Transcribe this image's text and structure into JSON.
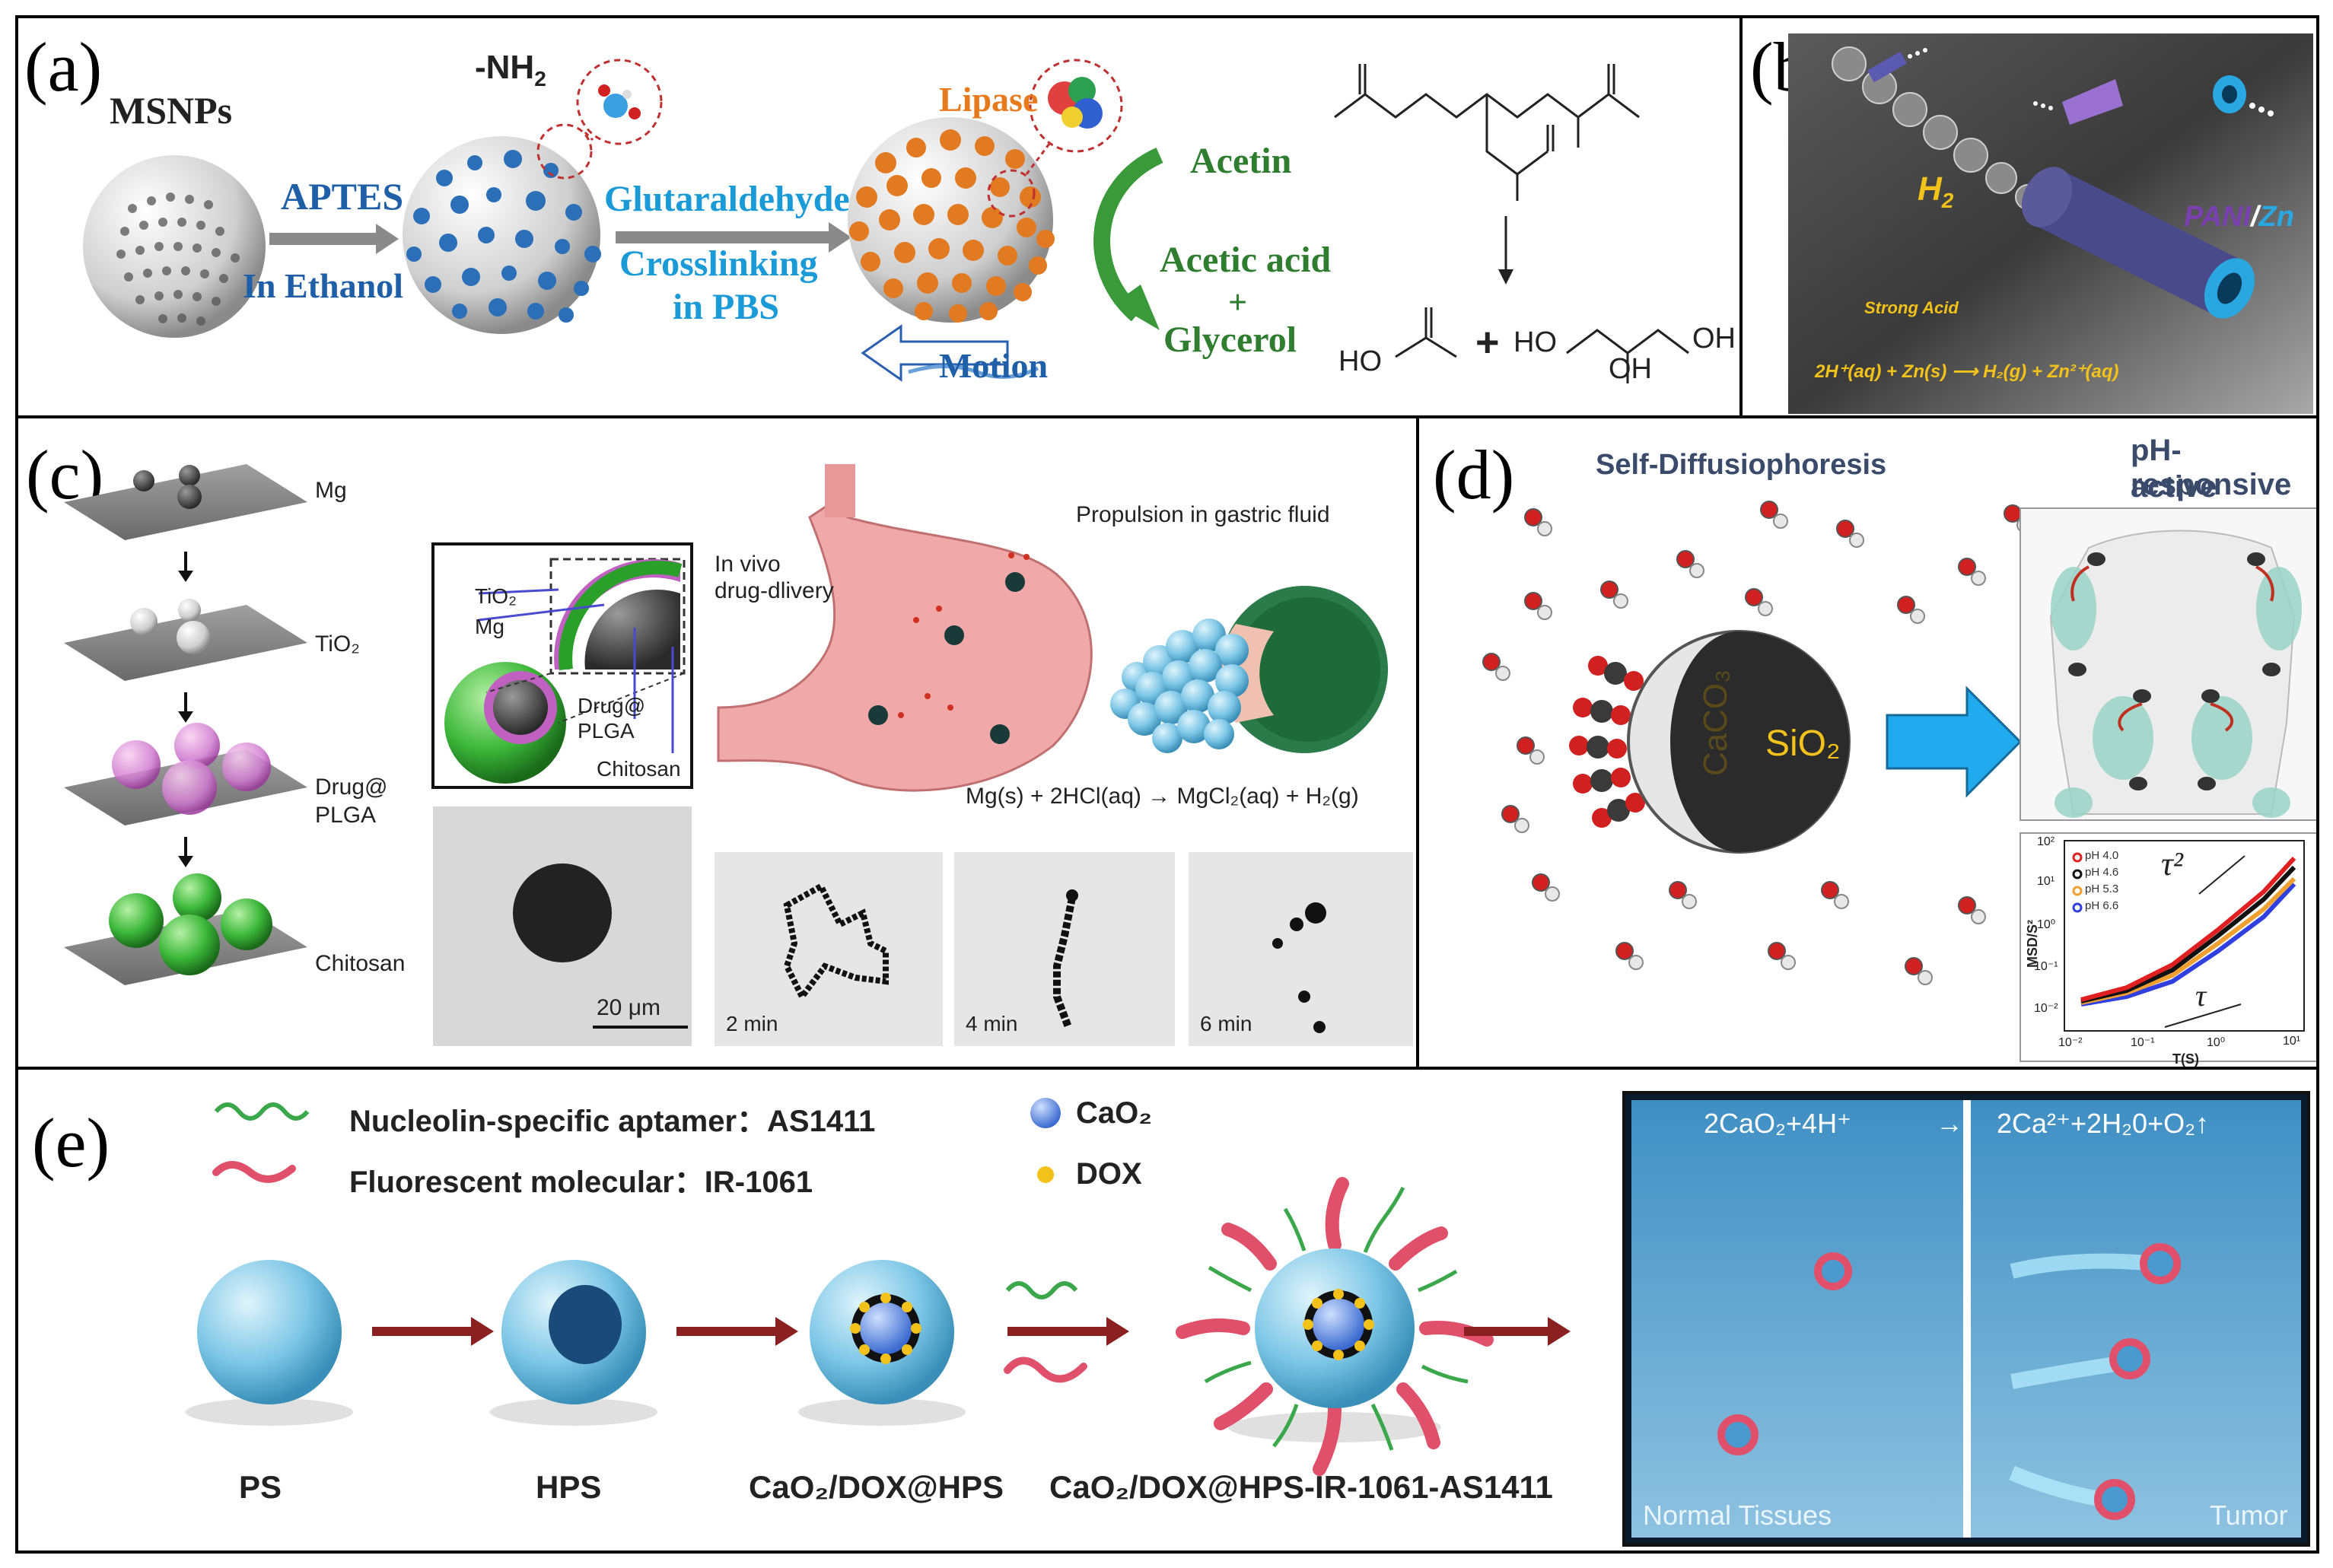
{
  "panel_a": {
    "label": "(a)",
    "msnps": "MSNPs",
    "amine": "-NH",
    "amine_sub": "2",
    "aptes": "APTES",
    "in_ethanol": "In Ethanol",
    "glutaraldehyde": "Glutaraldehyde",
    "crosslinking": "Crosslinking",
    "in_pbs": "in PBS",
    "lipase": "Lipase",
    "motion": "Motion",
    "acetin": "Acetin",
    "acetic_acid": "Acetic acid",
    "plus": "+",
    "glycerol": "Glycerol",
    "chem_ho": "HO",
    "chem_plus": "+",
    "chem_ho2": "HO",
    "chem_oh": "OH",
    "chem_oh2": "OH"
  },
  "panel_b": {
    "label": "(b)",
    "h2": "H",
    "h2_sub": "2",
    "pani": "PANI",
    "slash": "/",
    "zn": "Zn",
    "strong_acid": "Strong Acid",
    "equation": "2H⁺(aq) + Zn(s) ⟶ H₂(g) + Zn²⁺(aq)"
  },
  "panel_c": {
    "label": "(c)",
    "steps": [
      "Mg",
      "TiO₂",
      "Drug@",
      "PLGA",
      "Chitosan"
    ],
    "inset_tio2": "TiO₂",
    "inset_mg": "Mg",
    "inset_drug": "Drug@",
    "inset_plga": "PLGA",
    "inset_chitosan": "Chitosan",
    "in_vivo": "In vivo",
    "drug_delivery": "drug-dlivery",
    "propulsion": "Propulsion in gastric fluid",
    "reaction": "Mg(s) + 2HCl(aq) → MgCl₂(aq) + H₂(g)",
    "scale_bar": "20 μm",
    "time_labels": [
      "2 min",
      "4 min",
      "6 min"
    ]
  },
  "panel_d": {
    "label": "(d)",
    "title_left": "Self-Diffusiophoresis",
    "title_right_1": "pH-responsive",
    "title_right_2": "active colloids",
    "caco3": "CaCO₃",
    "sio2": "SiO₂",
    "plot": {
      "ylabel": "MSD/S²",
      "xlabel": "T(S)",
      "tau2": "τ²",
      "tau": "τ",
      "y_ticks": [
        "10²",
        "10¹",
        "10⁰",
        "10⁻¹",
        "10⁻²"
      ],
      "x_ticks": [
        "10⁻²",
        "10⁻¹",
        "10⁰",
        "10¹"
      ]
    },
    "legend": [
      {
        "name": "pH 4.0",
        "color": "#e02020"
      },
      {
        "name": "pH 4.6",
        "color": "#111111"
      },
      {
        "name": "pH 5.3",
        "color": "#f0a030"
      },
      {
        "name": "pH 6.6",
        "color": "#3040e0"
      }
    ]
  },
  "panel_e": {
    "label": "(e)",
    "legend_aptamer": "Nucleolin-specific aptamer：AS1411",
    "legend_fluor": "Fluorescent molecular：IR-1061",
    "legend_cao2": "CaO₂",
    "legend_dox": "DOX",
    "stages": [
      "PS",
      "HPS",
      "CaO₂/DOX@HPS",
      "CaO₂/DOX@HPS-IR-1061-AS1411"
    ],
    "eq_left": "2CaO₂+4H⁺",
    "eq_right": "2Ca²⁺+2H₂0+O₂↑",
    "normal": "Normal Tissues",
    "tumor": "Tumor"
  },
  "colors": {
    "blue_text": "#1f5fa8",
    "cyan_text": "#1a9ad6",
    "green_text": "#2f7d2f",
    "orange_text": "#e87a1e",
    "dark_slate": "#3a4a6a",
    "pani_purple": "#7a3fb0",
    "zn_blue": "#2aa7e0",
    "acid_yellow": "#f2c21a",
    "aptamer_green": "#3aa84a",
    "fluor_red": "#e0506a",
    "arrow_red": "#8b2020"
  }
}
